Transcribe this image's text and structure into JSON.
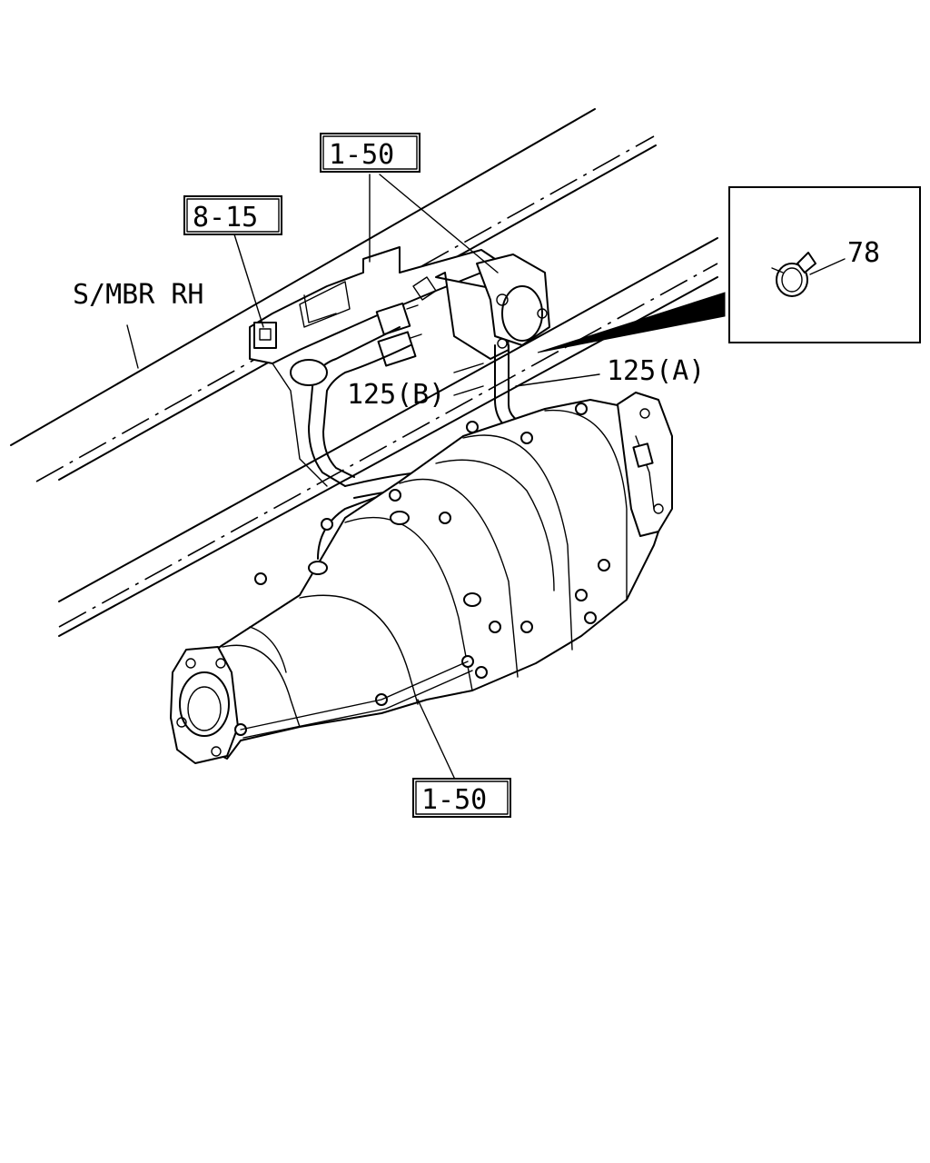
{
  "labels": {
    "side_member": "S/MBR RH",
    "ref_top": "1-50",
    "ref_left": "8-15",
    "ref_bottom": "1-50",
    "part_125a": "125(A)",
    "part_125b": "125(B)",
    "inset_part": "78"
  },
  "icons": {
    "clamp": "hose-clamp-icon"
  }
}
